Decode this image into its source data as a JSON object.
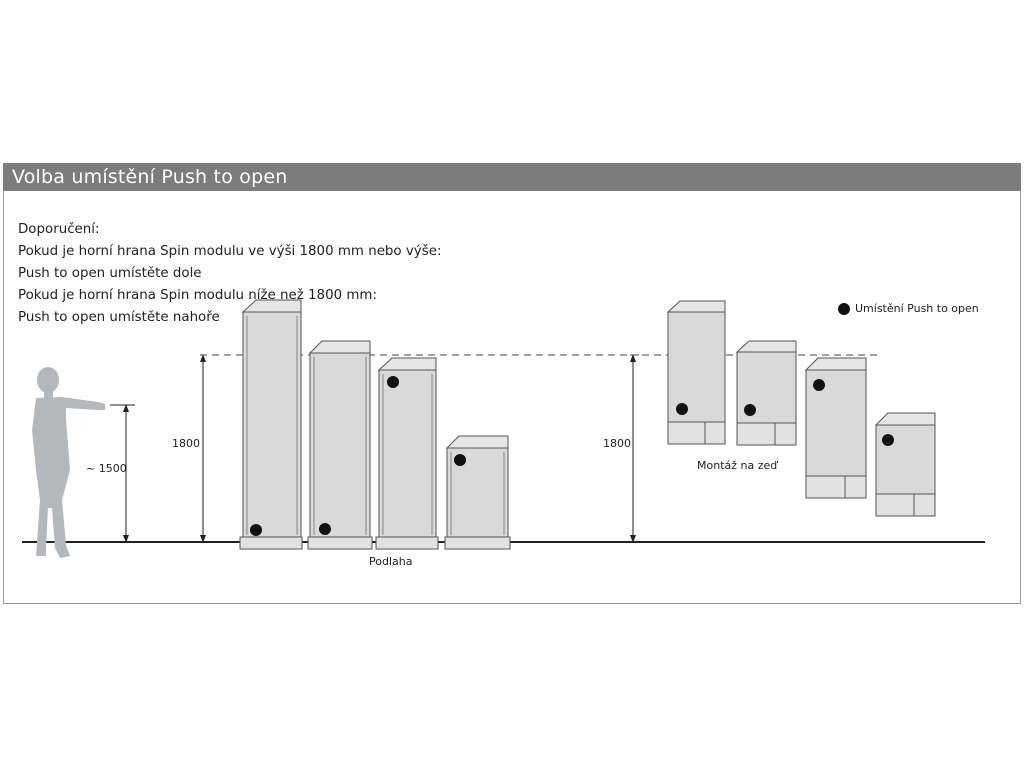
{
  "title": "Volba umístění Push to open",
  "recommendation": {
    "heading": "Doporučení:",
    "line1": "Pokud je horní hrana Spin modulu ve výši 1800 mm nebo výše:",
    "line2": "Push to open umístěte dole",
    "line3": "Pokud je horní hrana Spin modulu níže než 1800 mm:",
    "line4": "Push to open umístěte nahoře"
  },
  "legend": {
    "label": "Umístění Push to open",
    "icon": "black-dot-icon"
  },
  "dimensions": {
    "person_reach": "~ 1500",
    "floor_height": "1800",
    "wall_height": "1800"
  },
  "labels": {
    "floor": "Podlaha",
    "wall": "Montáž na zeď"
  },
  "colors": {
    "title_bar": "#7c7c7c",
    "module_fill": "#d9d9d9",
    "figure": "#b3b8bd"
  }
}
